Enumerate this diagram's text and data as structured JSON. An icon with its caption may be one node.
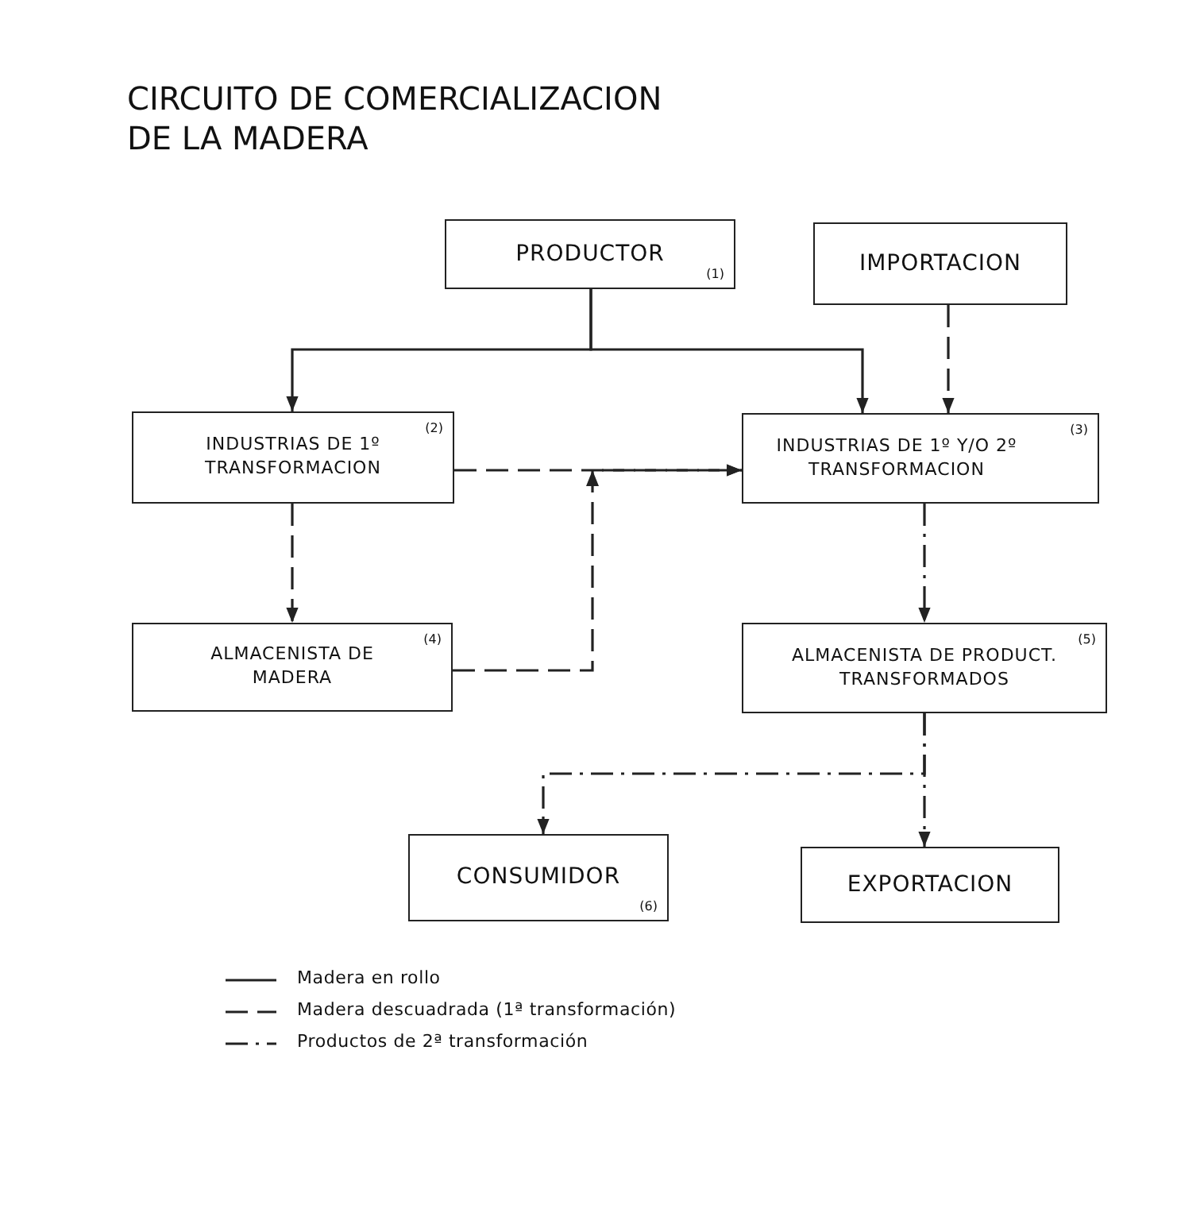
{
  "diagram": {
    "title": "CIRCUITO DE COMERCIALIZACION DE LA MADERA",
    "nodes": [
      {
        "text": [
          "PRODUCTOR",
          "(1)"
        ]
      },
      {
        "text": [
          "IMPORTACION"
        ]
      },
      {
        "text": [
          "INDUSTRIAS DE 1º TRANSFORMACION",
          "(2)"
        ]
      },
      {
        "text": [
          "INDUSTRIAS DE 1º Y/O 2º TRANSFORMACION",
          "(3)"
        ]
      },
      {
        "text": [
          "ALMACENISTA DE MADERA",
          "(4)"
        ]
      },
      {
        "text": [
          "ALMACENISTA DE PRODUCT. TRANSFORMADOS",
          "(5)"
        ]
      },
      {
        "text": [
          "CONSUMIDOR",
          "(6)"
        ]
      },
      {
        "text": [
          "EXPORTACION"
        ]
      }
    ],
    "edges": [
      {
        "from": 0,
        "to": 2,
        "arrow": "to"
      },
      {
        "from": 0,
        "to": 3,
        "arrow": "to"
      },
      {
        "from": 1,
        "to": 3,
        "arrow": "to",
        "style": "dashed"
      },
      {
        "from": 2,
        "to": 3,
        "arrow": "to",
        "style": "dashed"
      },
      {
        "from": 2,
        "to": 4,
        "arrow": "to",
        "style": "dashed"
      },
      {
        "from": 4,
        "to": 3,
        "arrow": "to",
        "style": "dashed"
      },
      {
        "from": 3,
        "to": 5,
        "arrow": "to",
        "style": "dashed"
      },
      {
        "from": 5,
        "to": 6,
        "arrow": "to",
        "style": "dashed"
      },
      {
        "from": 5,
        "to": 7,
        "arrow": "to",
        "style": "dashed"
      }
    ],
    "legend": [
      {
        "text": "Madera en rollo"
      },
      {
        "text": "Madera descuadrada (1ª transformación)"
      },
      {
        "text": "Productos de 2ª transformación"
      }
    ]
  }
}
